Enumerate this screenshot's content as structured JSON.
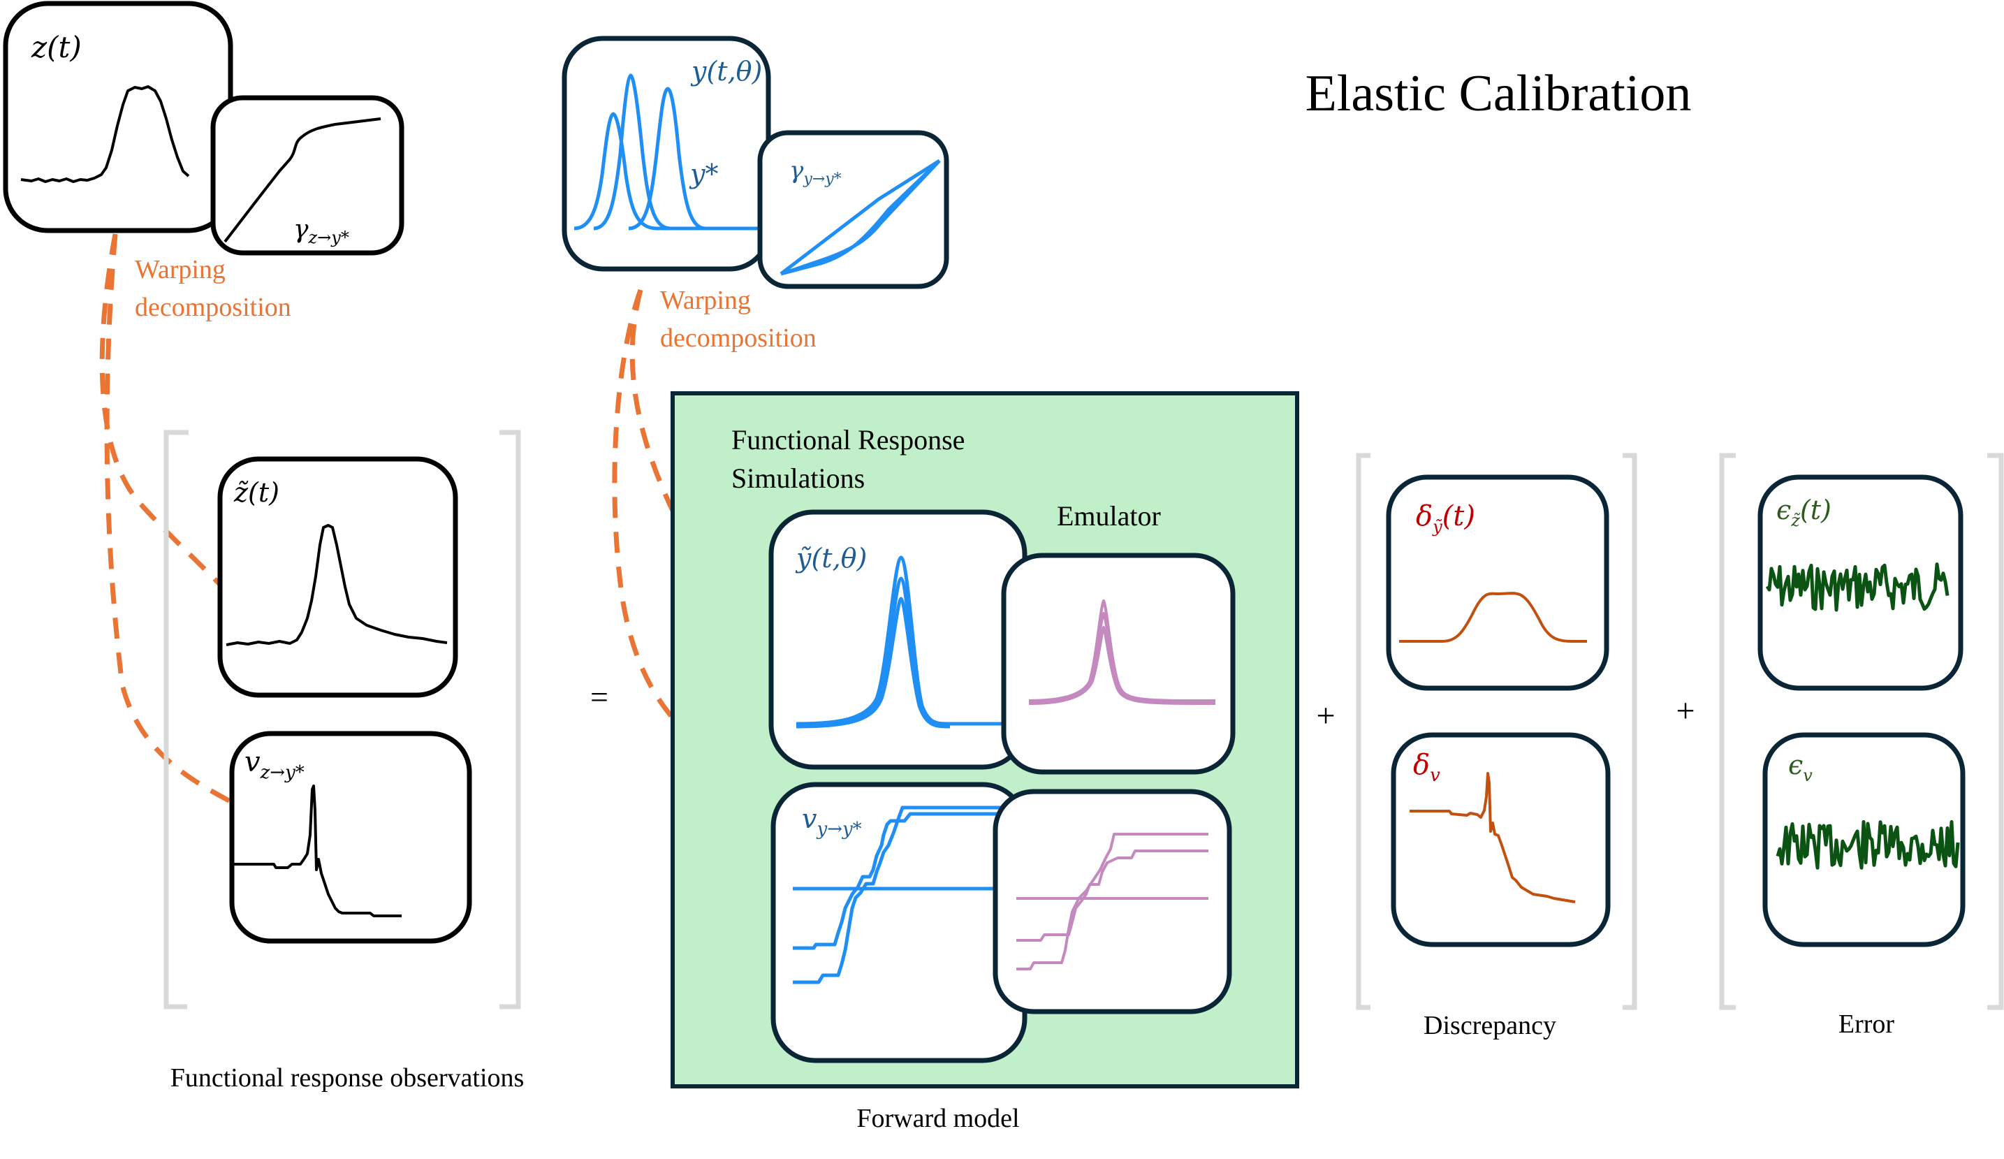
{
  "title": "Elastic Calibration",
  "colors": {
    "warping": "#ea7433",
    "simulation": "#1f8ef5",
    "simulation_label": "#1f5c96",
    "emulator": "#c48ac0",
    "discrepancy_curve": "#c2500f",
    "discrepancy_label": "#c00000",
    "error_curve": "#0b5313",
    "error_label": "#2f5a1e",
    "forward_model_fill": "#c1efc9",
    "panel_border": "#0a2536",
    "bracket": "#d9d9d9"
  },
  "top_left": {
    "observation_label": "z(t)",
    "warp_label": "γ",
    "warp_subscript": "z→y*",
    "warping_text_line1": "Warping",
    "warping_text_line2": "decomposition"
  },
  "top_middle": {
    "simulation_label": "y(t,θ)",
    "template_label": "y*",
    "warp_label": "γ",
    "warp_subscript": "y→y*",
    "warping_text_line1": "Warping",
    "warping_text_line2": "decomposition"
  },
  "observations": {
    "amplitude_label": "z̃(t)",
    "phase_label": "v",
    "phase_subscript": "z→y*",
    "caption": "Functional response observations"
  },
  "operators": {
    "equals": "=",
    "plus1": "+",
    "plus2": "+"
  },
  "forward_model": {
    "heading_line1": "Functional Response",
    "heading_line2": "Simulations",
    "emulator_label": "Emulator",
    "amplitude_label": "ỹ(t,θ)",
    "phase_label": "v",
    "phase_subscript": "y→y*",
    "caption": "Forward model"
  },
  "discrepancy": {
    "amplitude_label": "δ",
    "amplitude_subscript": "ỹ",
    "amplitude_suffix": "(t)",
    "phase_label": "δ",
    "phase_subscript": "v",
    "caption": "Discrepancy"
  },
  "error": {
    "amplitude_label": "ϵ",
    "amplitude_subscript": "z̃",
    "amplitude_suffix": "(t)",
    "phase_label": "ϵ",
    "phase_subscript": "v",
    "caption": "Error"
  }
}
